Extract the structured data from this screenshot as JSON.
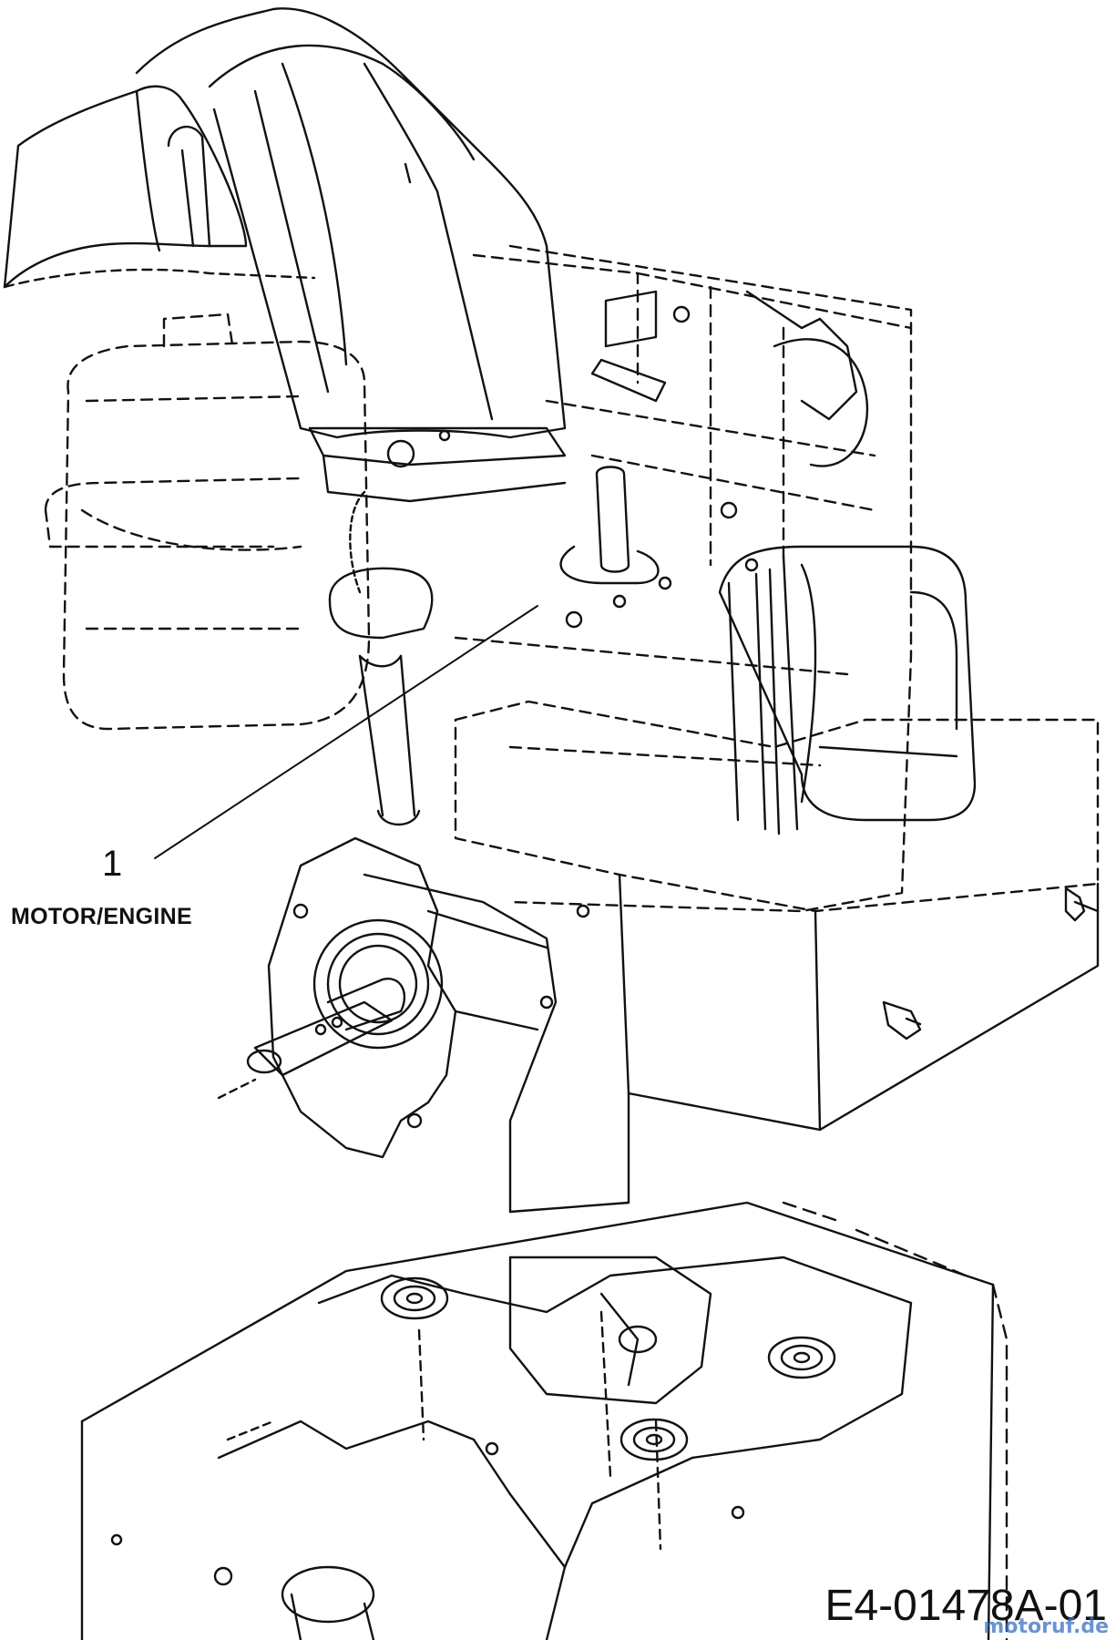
{
  "callouts": [
    {
      "number": "1",
      "name": "MOTOR/ENGINE"
    }
  ],
  "drawing_id": "E4-01478A-01",
  "watermark": {
    "text": "motoruf.de",
    "colors": {
      "primary": "#3a6fc4",
      "accent": "#e0a020"
    }
  },
  "line_color": "#111111"
}
